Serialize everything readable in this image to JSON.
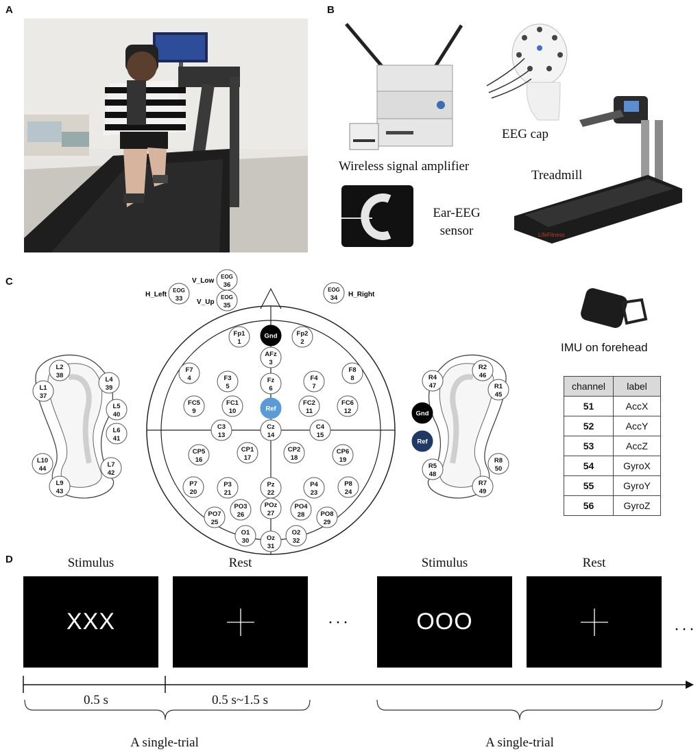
{
  "panels": {
    "a": "A",
    "b": "B",
    "c": "C",
    "d": "D"
  },
  "panel_b": {
    "amplifier_label": "Wireless signal amplifier",
    "cap_label": "EEG cap",
    "treadmill_label": "Treadmill",
    "ear_label_line1": "Ear-EEG",
    "ear_label_line2": "sensor"
  },
  "panel_c": {
    "imu_label": "IMU on forehead",
    "table_headers": [
      "channel",
      "label"
    ],
    "table_rows": [
      {
        "channel": "51",
        "label": "AccX"
      },
      {
        "channel": "52",
        "label": "AccY"
      },
      {
        "channel": "53",
        "label": "AccZ"
      },
      {
        "channel": "54",
        "label": "GyroX"
      },
      {
        "channel": "55",
        "label": "GyroY"
      },
      {
        "channel": "56",
        "label": "GyroZ"
      }
    ],
    "eog_text": {
      "h_left": "H_Left",
      "v_low": "V_Low",
      "v_up": "V_Up",
      "h_right": "H_Right"
    },
    "electrodes": [
      {
        "name": "EOG",
        "num": "33"
      },
      {
        "name": "EOG",
        "num": "36"
      },
      {
        "name": "EOG",
        "num": "35"
      },
      {
        "name": "EOG",
        "num": "34"
      },
      {
        "name": "Fp1",
        "num": "1"
      },
      {
        "name": "Gnd",
        "num": ""
      },
      {
        "name": "Fp2",
        "num": "2"
      },
      {
        "name": "AFz",
        "num": "3"
      },
      {
        "name": "F7",
        "num": "4"
      },
      {
        "name": "F3",
        "num": "5"
      },
      {
        "name": "Fz",
        "num": "6"
      },
      {
        "name": "F4",
        "num": "7"
      },
      {
        "name": "F8",
        "num": "8"
      },
      {
        "name": "FC5",
        "num": "9"
      },
      {
        "name": "FC1",
        "num": "10"
      },
      {
        "name": "Ref",
        "num": ""
      },
      {
        "name": "FC2",
        "num": "11"
      },
      {
        "name": "FC6",
        "num": "12"
      },
      {
        "name": "C3",
        "num": "13"
      },
      {
        "name": "Cz",
        "num": "14"
      },
      {
        "name": "C4",
        "num": "15"
      },
      {
        "name": "CP5",
        "num": "16"
      },
      {
        "name": "CP1",
        "num": "17"
      },
      {
        "name": "CP2",
        "num": "18"
      },
      {
        "name": "CP6",
        "num": "19"
      },
      {
        "name": "P7",
        "num": "20"
      },
      {
        "name": "P3",
        "num": "21"
      },
      {
        "name": "Pz",
        "num": "22"
      },
      {
        "name": "P4",
        "num": "23"
      },
      {
        "name": "P8",
        "num": "24"
      },
      {
        "name": "PO7",
        "num": "25"
      },
      {
        "name": "PO3",
        "num": "26"
      },
      {
        "name": "POz",
        "num": "27"
      },
      {
        "name": "PO4",
        "num": "28"
      },
      {
        "name": "PO8",
        "num": "29"
      },
      {
        "name": "O1",
        "num": "30"
      },
      {
        "name": "Oz",
        "num": "31"
      },
      {
        "name": "O2",
        "num": "32"
      },
      {
        "name": "L2",
        "num": "38"
      },
      {
        "name": "L4",
        "num": "39"
      },
      {
        "name": "L1",
        "num": "37"
      },
      {
        "name": "L5",
        "num": "40"
      },
      {
        "name": "L6",
        "num": "41"
      },
      {
        "name": "L10",
        "num": "44"
      },
      {
        "name": "L7",
        "num": "42"
      },
      {
        "name": "L9",
        "num": "43"
      },
      {
        "name": "R2",
        "num": "46"
      },
      {
        "name": "R4",
        "num": "47"
      },
      {
        "name": "R1",
        "num": "45"
      },
      {
        "name": "Gnd",
        "num": ""
      },
      {
        "name": "Ref",
        "num": ""
      },
      {
        "name": "R8",
        "num": "50"
      },
      {
        "name": "R5",
        "num": "48"
      },
      {
        "name": "R7",
        "num": "49"
      }
    ],
    "colors": {
      "gnd": "#000000",
      "ref_scalp": "#5b9bd5",
      "ref_ear": "#1f3864"
    }
  },
  "panel_d": {
    "phases": [
      "Stimulus",
      "Rest",
      "Stimulus",
      "Rest"
    ],
    "stimulus_1": "XXX",
    "stimulus_2": "OOO",
    "ellipsis": "···",
    "duration_1": "0.5 s",
    "duration_2": "0.5 s~1.5 s",
    "trial_label": "A single-trial"
  }
}
